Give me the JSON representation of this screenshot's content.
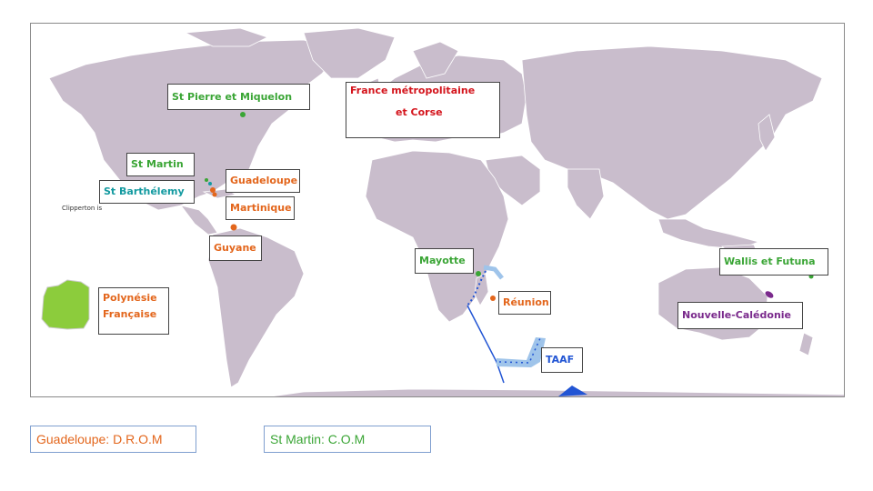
{
  "map": {
    "labels": {
      "st_pierre": "St Pierre et Miquelon",
      "france": "France métropolitaine",
      "corse": "et Corse",
      "st_martin": "St Martin",
      "st_barthelemy": "St Barthélemy",
      "guadeloupe": "Guadeloupe",
      "martinique": "Martinique",
      "clipperton": "Clipperton is",
      "guyane": "Guyane",
      "mayotte": "Mayotte",
      "reunion": "Réunion",
      "wallis": "Wallis et Futuna",
      "polynesie_line1": "Polynésie",
      "polynesie_line2": "Française",
      "nouvelle_caledonie": "Nouvelle-Calédonie",
      "taaf": "TAAF"
    },
    "colors": {
      "land": "#c9bdcc",
      "land_stroke": "#ffffff",
      "red": "#d4141c",
      "orange": "#e3661c",
      "green": "#3aa535",
      "cyan": "#139aa0",
      "purple": "#7a2a8c",
      "blue": "#2255d4",
      "light_blue": "#9fc4ea",
      "polynesie_fill": "#8ccc3c"
    }
  },
  "bottom": {
    "guadeloupe_status": "Guadeloupe: D.R.O.M",
    "st_martin_status": "St Martin: C.O.M"
  }
}
